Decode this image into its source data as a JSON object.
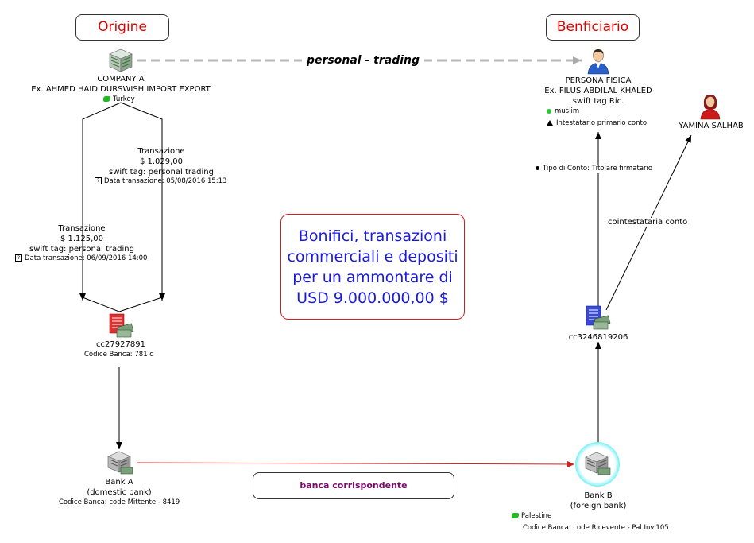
{
  "headers": {
    "origin": "Origine",
    "beneficiary": "Benficiario"
  },
  "edge_top_label": "personal - trading",
  "company": {
    "name": "COMPANY A",
    "sub": "Ex. AHMED HAID DURSWISH IMPORT EXPORT",
    "country": "Turkey"
  },
  "person": {
    "name": "PERSONA FISICA",
    "sub": "Ex. FILUS ABDILAL KHALED",
    "swift": "swift tag Ric.",
    "religion": "muslim",
    "role": "Intestatario primario conto"
  },
  "yamina": {
    "name": "YAMINA SALHAB"
  },
  "tx1": {
    "title": "Transazione",
    "amount": "$ 1.029,00",
    "swift": "swift tag: personal trading",
    "date": "Data transazione: 05/08/2016 15:13"
  },
  "tx2": {
    "title": "Transazione",
    "amount": "$ 1.125,00",
    "swift": "swift tag: personal trading",
    "date": "Data transazione: 06/09/2016 14:00"
  },
  "note": {
    "lines": [
      "Bonifici, transazioni",
      "commerciali e depositi",
      "per un ammontare di",
      "USD 9.000.000,00 $"
    ]
  },
  "account_a": {
    "id": "cc27927891",
    "code": "Codice Banca: 781 c"
  },
  "account_b": {
    "id": "cc3246819206"
  },
  "account_type": "Tipo di Conto: Titolare firmatario",
  "cointest": "cointestataria conto",
  "bank_a": {
    "name": "Bank A",
    "type": "(domestic bank)",
    "code": "Codice Banca: code Mittente - 8419"
  },
  "bank_b": {
    "name": "Bank B",
    "type": "(foreign bank)",
    "country": "Palestine",
    "code": "Codice Banca: code Ricevente - Pal.Inv.105"
  },
  "correspondent": "banca corrispondente",
  "colors": {
    "header_text": "#e00000",
    "note_text": "#1a1adc",
    "note_border": "#d42020",
    "red_edge": "#d42020",
    "corr_text": "#7a0a6a",
    "green": "#22bb22"
  }
}
